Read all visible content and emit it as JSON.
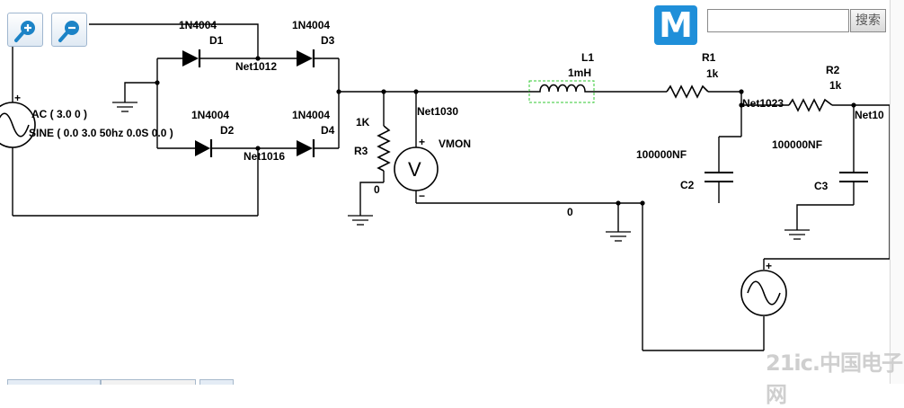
{
  "toolbar": {
    "zoom_in_icon": "magnifier-plus-icon",
    "zoom_out_icon": "magnifier-minus-icon"
  },
  "search": {
    "logo_letter": "M",
    "input_value": "",
    "button_label": "搜索"
  },
  "watermark": "21ic.中国电子网",
  "schematic": {
    "source_ac": {
      "plus": "+",
      "line1": "AC ( 3.0 0 )",
      "line2": "SINE ( 0.0 3.0 50hz 0.0S 0.0 )"
    },
    "d1": {
      "model": "1N4004",
      "ref": "D1"
    },
    "d2": {
      "model": "1N4004",
      "ref": "D2"
    },
    "d3": {
      "model": "1N4004",
      "ref": "D3"
    },
    "d4": {
      "model": "1N4004",
      "ref": "D4"
    },
    "net1012": "Net1012",
    "net1016": "Net1016",
    "r3": {
      "value": "1K",
      "ref": "R3"
    },
    "node0_r3": "0",
    "net1030": "Net1030",
    "vmon": {
      "label": "VMON",
      "symbol": "V",
      "plus": "+",
      "minus": "−"
    },
    "node0_main": "0",
    "l1": {
      "ref": "L1",
      "value": "1mH"
    },
    "r1": {
      "ref": "R1",
      "value": "1k"
    },
    "net1023": "Net1023",
    "c2": {
      "value": "100000NF",
      "ref": "C2"
    },
    "r2": {
      "ref": "R2",
      "value": "1k"
    },
    "net10": "Net10",
    "c3": {
      "value": "100000NF",
      "ref": "C3"
    },
    "source2": {
      "plus": "+"
    }
  }
}
